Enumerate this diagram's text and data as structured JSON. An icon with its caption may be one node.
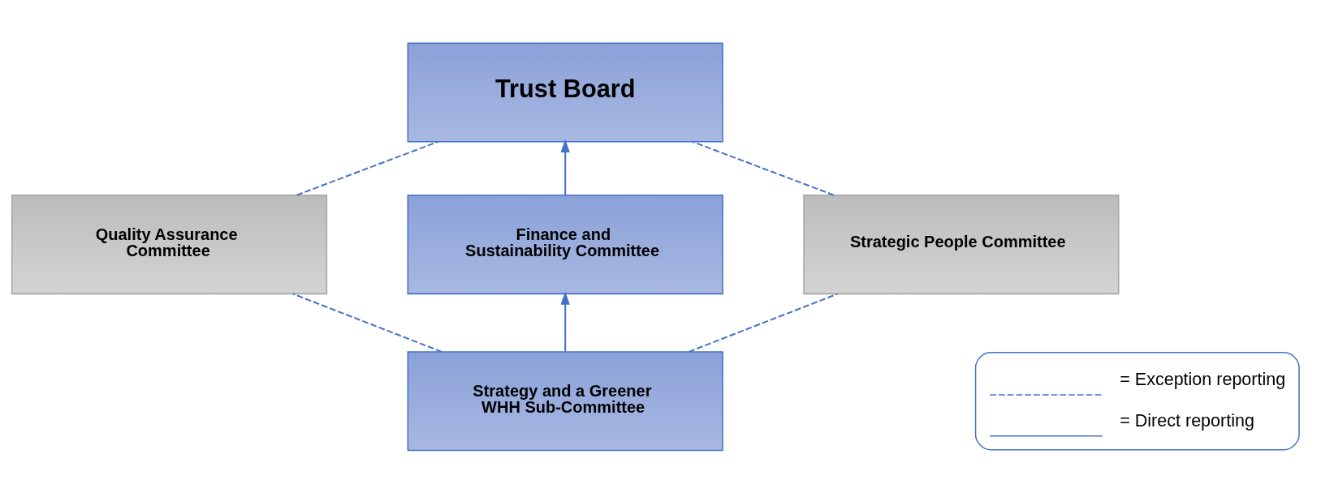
{
  "diagram": {
    "nodes": [
      {
        "text": [
          "Trust Board"
        ]
      },
      {
        "text": [
          "Quality Assurance Committee"
        ]
      },
      {
        "text": [
          "Finance and Sustainability Committee"
        ]
      },
      {
        "text": [
          "Strategic People Committee"
        ]
      },
      {
        "text": [
          "Strategy and a Greener WHH Sub-Committee"
        ]
      }
    ],
    "edges": [
      {
        "from": 2,
        "to": 0,
        "arrow": "to"
      },
      {
        "from": 4,
        "to": 2,
        "arrow": "to"
      },
      {
        "from": 1,
        "to": 0,
        "arrow": "none",
        "style": "dashed"
      },
      {
        "from": 3,
        "to": 0,
        "arrow": "none",
        "style": "dashed"
      },
      {
        "from": 4,
        "to": 1,
        "arrow": "none",
        "style": "dashed"
      },
      {
        "from": 4,
        "to": 3,
        "arrow": "none",
        "style": "dashed"
      }
    ],
    "legend": [
      {
        "text": "= Exception reporting"
      },
      {
        "text": "= Direct reporting"
      }
    ]
  }
}
